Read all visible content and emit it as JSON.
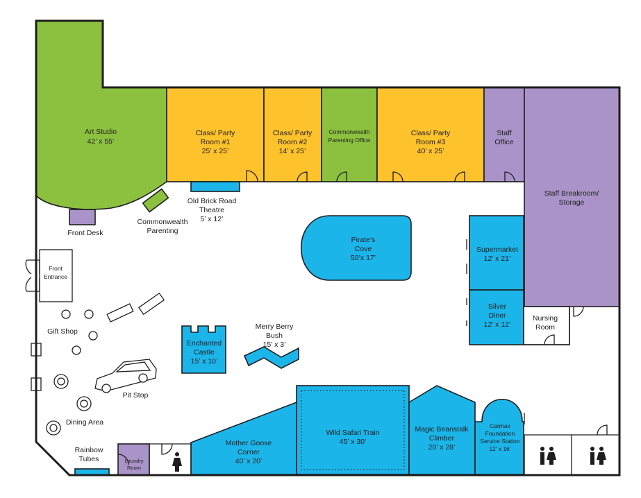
{
  "colors": {
    "green": "#8bc13f",
    "yellow": "#fec22d",
    "purple": "#a993c8",
    "blue": "#1cb5ea",
    "outline": "#1e1e1e",
    "floor": "#ffffff"
  },
  "rooms": {
    "art_studio": {
      "name": "Art Studio",
      "size": "42’ x 55’"
    },
    "class_party_1": {
      "name": "Class/ Party",
      "name2": "Room #1",
      "size": "25’ x 25’"
    },
    "class_party_2": {
      "name": "Class/ Party",
      "name2": "Room #2",
      "size": "14’ x 25’"
    },
    "commonwealth_office": {
      "name": "Commonwealth",
      "name2": "Parenting Office"
    },
    "class_party_3": {
      "name": "Class/ Party",
      "name2": "Room #3",
      "size": "40’ x 25’"
    },
    "staff_office": {
      "name": "Staff",
      "name2": "Office"
    },
    "staff_breakroom": {
      "name": "Staff Breakroom/",
      "name2": "Storage"
    },
    "front_desk": {
      "name": "Front Desk"
    },
    "commonwealth_parenting": {
      "name": "Commonwealth",
      "name2": "Parenting"
    },
    "theatre": {
      "name": "Old Brick Road",
      "name2": "Theatre",
      "size": "5’ x 12’"
    },
    "pirates_cove": {
      "name": "Pirate’s",
      "name2": "Cove",
      "size": "50’x 17’"
    },
    "supermarket": {
      "name": "Supermarket",
      "size": "12’ x 21’"
    },
    "silver_diner": {
      "name": "Silver",
      "name2": "Diner",
      "size": "12’ x 12’"
    },
    "nursing_room": {
      "name": "Nursing",
      "name2": "Room"
    },
    "front_entrance": {
      "name": "Front",
      "name2": "Entrance"
    },
    "gift_shop": {
      "name": "Gift Shop"
    },
    "enchanted_castle": {
      "name": "Enchanted",
      "name2": "Castle",
      "size": "15’ x 10’"
    },
    "merry_berry": {
      "name": "Merry Berry",
      "name2": "Bush",
      "size": "15’ x 3’"
    },
    "pit_stop": {
      "name": "Pit Stop"
    },
    "dining_area": {
      "name": "Dining Area"
    },
    "rainbow_tubes": {
      "name": "Rainbow",
      "name2": "Tubes"
    },
    "laundry_room": {
      "name": "Laundry",
      "name2": "Room"
    },
    "mother_goose": {
      "name": "Mother Goose",
      "name2": "Corner",
      "size": "40’ x 20’"
    },
    "wild_safari": {
      "name": "Wild Safari Train",
      "size": "45’ x 30’"
    },
    "magic_beanstalk": {
      "name": "Magic Beanstalk",
      "name2": "Climber",
      "size": "20’ x 28’"
    },
    "carmax": {
      "name": "Carmax",
      "name2": "Foundation",
      "name3": "Service Station",
      "size": "12’ x 16’"
    }
  },
  "icons": [
    "restroom-icon",
    "restroom-icon",
    "restroom-icon",
    "car-icon",
    "door-swing-icon",
    "table-icon"
  ]
}
